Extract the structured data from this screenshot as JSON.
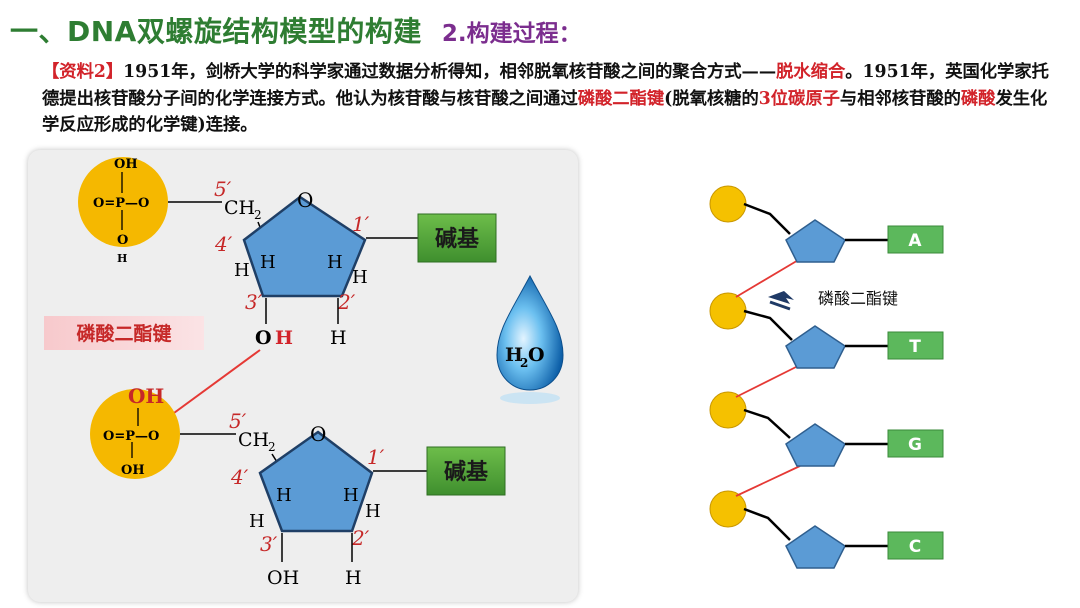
{
  "header": {
    "title": "一、DNA双螺旋结构模型的构建",
    "subtitle": "2.构建过程："
  },
  "paragraph": {
    "tag": "【资料2】",
    "s1": "1951年，剑桥大学的科学家通过数据分析得知，相邻脱氧核苷酸之间的聚合方式——",
    "s1_red": "脱水缩合",
    "s2": "。1951年，英国化学家托德提出核苷酸分子间的化学连接方式。他认为核苷酸与核苷酸之间通过",
    "s3_red": "磷酸二酯键",
    "s3": "(脱氧核糖的",
    "s4_red": "3位碳原子",
    "s4": "与相邻核苷酸的",
    "s5_red": "磷酸",
    "s5": "发生化学反应形成的化学键)连接。"
  },
  "left_diagram": {
    "phosphate_top": {
      "OH_top": "OH",
      "OPO": "O=P—O",
      "OH_bottom": "O",
      "H": "H"
    },
    "phosphate_bottom": {
      "OH_top": "OH",
      "OPO": "O=P—O",
      "OH_bottom": "OH"
    },
    "ch2": "CH",
    "ch2_sub": "2",
    "ring_o": "O",
    "carbons": {
      "c5": "5′",
      "c4": "4′",
      "c3": "3′",
      "c2": "2′",
      "c1": "1′"
    },
    "h": "H",
    "oh_top_3": "O",
    "oh_top_3_h": "H",
    "oh_bottom": "OH",
    "base_label": "碱基",
    "bond_label": "磷酸二酯键",
    "water": {
      "H": "H",
      "sub": "2",
      "O": "O"
    }
  },
  "right_diagram": {
    "bond_label": "磷酸二酯键",
    "bases": [
      "A",
      "T",
      "G",
      "C"
    ]
  },
  "colors": {
    "title": "#2e7d32",
    "subtitle": "#7b2d8e",
    "red_text": "#d2232a",
    "pentagon": "#5b9bd5",
    "phosphate": "#f5b800",
    "base_box": "#4caf50",
    "bond_red": "#e53935"
  }
}
